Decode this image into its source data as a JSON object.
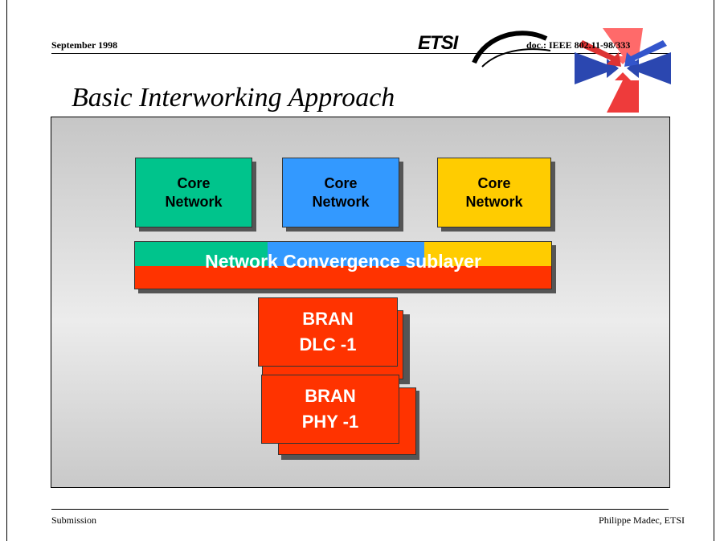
{
  "header": {
    "date": "September 1998",
    "logo_text": "ETSI",
    "doc_ref": "doc.: IEEE 802.11-98/333"
  },
  "slide": {
    "title": "Basic Interworking Approach"
  },
  "diagram": {
    "core_networks": [
      {
        "label": "Core\nNetwork",
        "color": "#00c48c"
      },
      {
        "label": "Core\nNetwork",
        "color": "#3399ff"
      },
      {
        "label": "Core\nNetwork",
        "color": "#ffcc00"
      }
    ],
    "convergence_layer": {
      "label": "Network Convergence sublayer",
      "color": "#ff3300"
    },
    "dlc": {
      "label": "BRAN\nDLC -1",
      "color": "#ff3300"
    },
    "phy": {
      "label": "BRAN\nPHY -1",
      "color": "#ff3300"
    }
  },
  "footer": {
    "left": "Submission",
    "right": "Philippe Madec, ETSI"
  }
}
